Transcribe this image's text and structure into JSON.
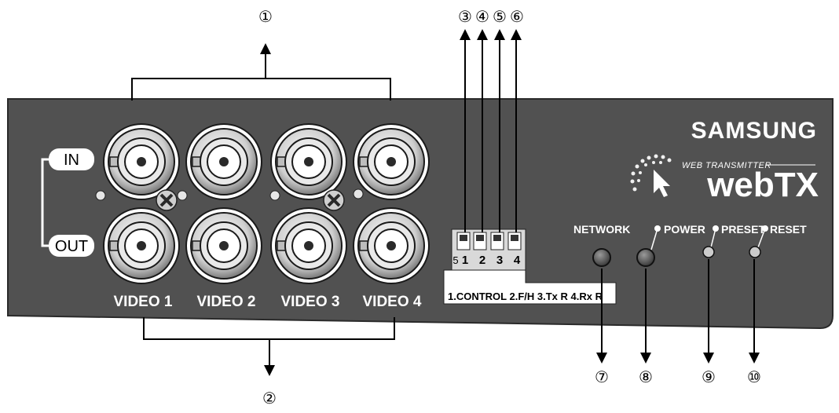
{
  "brand": {
    "name": "SAMSUNG",
    "product_tagline": "WEB TRANSMITTER",
    "product_logo": "webTX"
  },
  "labels": {
    "in": "IN",
    "out": "OUT",
    "video": [
      "VIDEO 1",
      "VIDEO 2",
      "VIDEO 3",
      "VIDEO 4"
    ],
    "network": "NETWORK",
    "power": "POWER",
    "preset": "PRESET",
    "reset": "RESET"
  },
  "dip_switch": {
    "numbers": [
      "1",
      "2",
      "3",
      "4"
    ],
    "side_mark": "5",
    "legend": "1.CONTROL 2.F/H 3.Tx R 4.Rx  R"
  },
  "callouts": [
    "①",
    "②",
    "③",
    "④",
    "⑤",
    "⑥",
    "⑦",
    "⑧",
    "⑨",
    "⑩"
  ],
  "colors": {
    "panel": "#515151",
    "panel_edge": "#2a2a2a",
    "label_bg": "#ffffff",
    "ink": "#000000"
  }
}
